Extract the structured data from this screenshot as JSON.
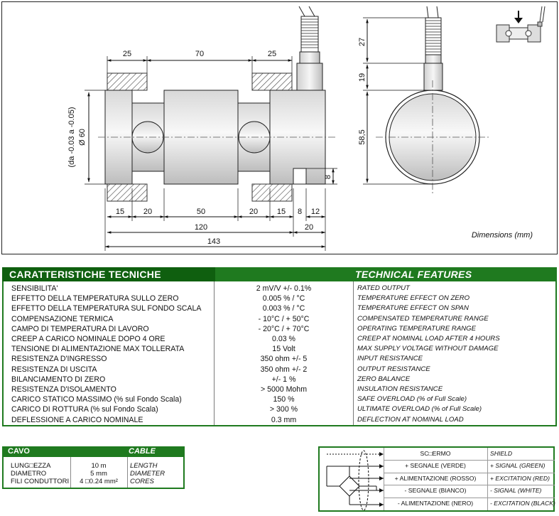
{
  "drawing": {
    "dimensions_caption": "Dimensions (mm)",
    "dim_top": [
      "25",
      "70",
      "25"
    ],
    "dim_bottom": [
      "15",
      "20",
      "50",
      "20",
      "15",
      "8",
      "12"
    ],
    "dim_overall_inner": "120",
    "dim_overall_right": "20",
    "dim_overall_total": "143",
    "dim_diameter": "Ø 60",
    "dim_tolerance": "(da -0.03 a -0.05)",
    "dim_slot": "8",
    "dim_side": [
      "27",
      "19",
      "58,5"
    ]
  },
  "specs": {
    "title_it": "CARATTERISTICHE TECNICHE",
    "title_en": "TECHNICAL FEATURES",
    "rows": [
      {
        "it": "SENSIBILITA'",
        "val": "2 mV/V  +/- 0.1%",
        "en": "RATED OUTPUT"
      },
      {
        "it": "EFFETTO DELLA TEMPERATURA SULLO ZERO",
        "val": "0.005 % / °C",
        "en": "TEMPERATURE EFFECT ON ZERO"
      },
      {
        "it": "EFFETTO DELLA TEMPERATURA SUL FONDO SCALA",
        "val": "0.003 % / °C",
        "en": "TEMPERATURE EFFECT ON SPAN"
      },
      {
        "it": "COMPENSAZIONE TERMICA",
        "val": "- 10°C / + 50°C",
        "en": "COMPENSATED TEMPERATURE RANGE"
      },
      {
        "it": "CAMPO DI TEMPERATURA DI LAVORO",
        "val": "- 20°C / + 70°C",
        "en": "OPERATING TEMPERATURE RANGE"
      },
      {
        "it": "CREEP A CARICO NOMINALE DOPO 4 ORE",
        "val": "0.03 %",
        "en": "CREEP AT NOMINAL LOAD AFTER 4 HOURS"
      },
      {
        "it": "TENSIONE DI ALIMENTAZIONE MAX TOLLERATA",
        "val": "15 Volt",
        "en": "MAX SUPPLY VOLTAGE WITHOUT DAMAGE"
      },
      {
        "it": "RESISTENZA D'INGRESSO",
        "val": "350 ohm +/- 5",
        "en": "INPUT RESISTANCE"
      },
      {
        "it": "RESISTENZA DI USCITA",
        "val": "350 ohm +/- 2",
        "en": "OUTPUT RESISTANCE"
      },
      {
        "it": "BILANCIAMENTO DI ZERO",
        "val": "+/- 1 %",
        "en": "ZERO BALANCE"
      },
      {
        "it": "RESISTENZA D'ISOLAMENTO",
        "val": "> 5000 Mohm",
        "en": "INSULATION RESISTANCE"
      },
      {
        "it": "CARICO STATICO MASSIMO (% sul Fondo Scala)",
        "val": "150 %",
        "en": "SAFE OVERLOAD (% of Full Scale)"
      },
      {
        "it": "CARICO DI ROTTURA (% sul Fondo Scala)",
        "val": "> 300 %",
        "en": "ULTIMATE OVERLOAD (% of Full Scale)"
      },
      {
        "it": "DEFLESSIONE A CARICO NOMINALE",
        "val": "0.3 mm",
        "en": "DEFLECTION AT NOMINAL LOAD"
      }
    ]
  },
  "cable": {
    "title_it": "CAVO",
    "title_en": "CABLE",
    "rows": [
      {
        "it": "LUNG□EZZA",
        "val": "10 m",
        "en": "LENGTH"
      },
      {
        "it": "DIAMETRO",
        "val": "5 mm",
        "en": "DIAMETER"
      },
      {
        "it": "FILI CONDUTTORI",
        "val": "4 □0.24 mm²",
        "en": "CORES"
      }
    ]
  },
  "wiring": {
    "rows": [
      {
        "it": "SC□ERMO",
        "en": "SHIELD"
      },
      {
        "it": "+ SEGNALE (VERDE)",
        "en": "+ SIGNAL (GREEN)"
      },
      {
        "it": "+ ALIMENTAZIONE (ROSSO)",
        "en": "+ EXCITATION (RED)"
      },
      {
        "it": "- SEGNALE (BIANCO)",
        "en": "- SIGNAL (WHITE)"
      },
      {
        "it": "- ALIMENTAZIONE (NERO)",
        "en": "- EXCITATION (BLACK)"
      }
    ]
  },
  "colors": {
    "accent": "#1f7a1f",
    "accent_dark": "#0f5f0f",
    "hatch": "#444444"
  }
}
